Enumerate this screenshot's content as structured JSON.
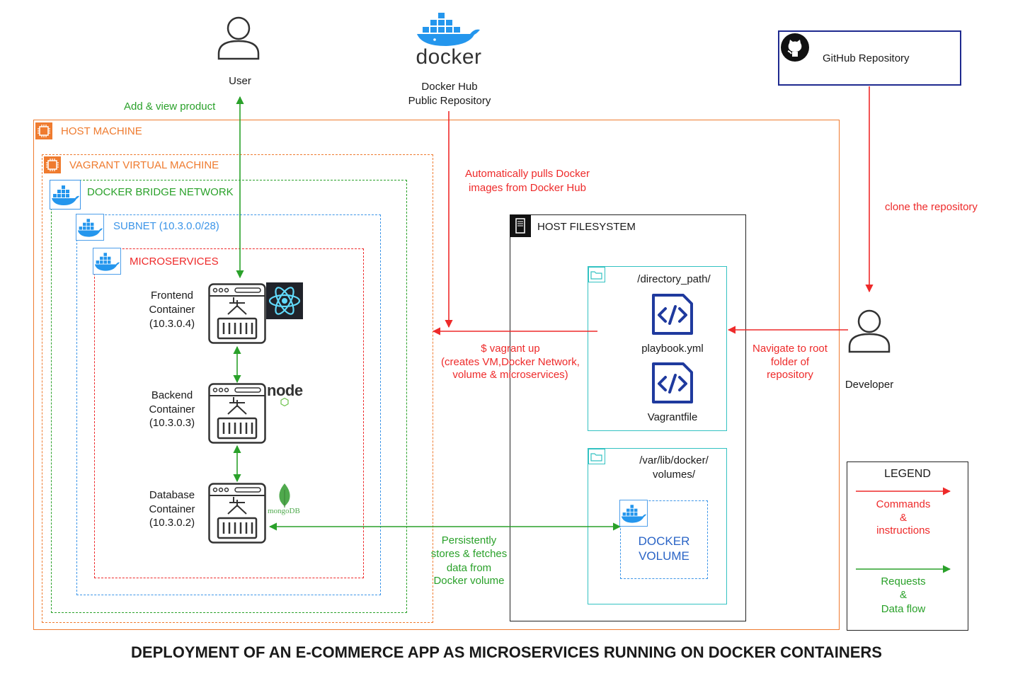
{
  "title": "DEPLOYMENT OF AN E-COMMERCE APP AS MICROSERVICES RUNNING ON DOCKER CONTAINERS",
  "user": {
    "label": "User",
    "action": "Add & view product"
  },
  "docker_hub": {
    "logo_text": "docker",
    "label_line1": "Docker Hub",
    "label_line2": "Public Repository"
  },
  "github": {
    "label": "GitHub Repository",
    "action": "clone the repository"
  },
  "host_machine": {
    "label": "HOST MACHINE"
  },
  "vagrant_vm": {
    "label": "VAGRANT VIRTUAL MACHINE"
  },
  "bridge_network": {
    "label": "DOCKER BRIDGE NETWORK"
  },
  "subnet": {
    "label": "SUBNET (10.3.0.0/28)"
  },
  "microservices": {
    "label": "MICROSERVICES"
  },
  "containers": {
    "frontend": {
      "line1": "Frontend",
      "line2": "Container",
      "line3": "(10.3.0.4)"
    },
    "backend": {
      "line1": "Backend",
      "line2": "Container",
      "line3": "(10.3.0.3)"
    },
    "database": {
      "line1": "Database",
      "line2": "Container",
      "line3": "(10.3.0.2)"
    }
  },
  "tech": {
    "node": "node",
    "mongo": "mongoDB"
  },
  "pull_note": {
    "line1": "Automatically pulls Docker",
    "line2": "images from Docker Hub"
  },
  "vagrant_up": {
    "line1": "$ vagrant up",
    "line2": "(creates VM,Docker Network,",
    "line3": "volume & microservices)"
  },
  "host_filesystem": {
    "label": "HOST FILESYSTEM"
  },
  "directory": {
    "path": "/directory_path/",
    "file1": "playbook.yml",
    "file2": "Vagrantfile"
  },
  "volumes_dir": {
    "line1": "/var/lib/docker/",
    "line2": "volumes/"
  },
  "docker_volume": {
    "line1": "DOCKER",
    "line2": "VOLUME"
  },
  "persist_note": {
    "line1": "Persistently",
    "line2": "stores & fetches",
    "line3": "data from",
    "line4": "Docker volume"
  },
  "developer": {
    "label": "Developer",
    "note_line1": "Navigate to root",
    "note_line2": "folder of",
    "note_line3": "repository"
  },
  "legend": {
    "title": "LEGEND",
    "commands": {
      "line1": "Commands",
      "line2": "&",
      "line3": "instructions"
    },
    "requests": {
      "line1": "Requests",
      "line2": "&",
      "line3": "Data flow"
    }
  },
  "colors": {
    "orange": "#ef7b2f",
    "green": "#2aa12a",
    "blue": "#3c95e8",
    "red": "#ee2a2a",
    "teal": "#33c2c2",
    "navy": "#1f2a8f",
    "docker_blue": "#2496ed",
    "text_blue": "#2a64c6"
  }
}
